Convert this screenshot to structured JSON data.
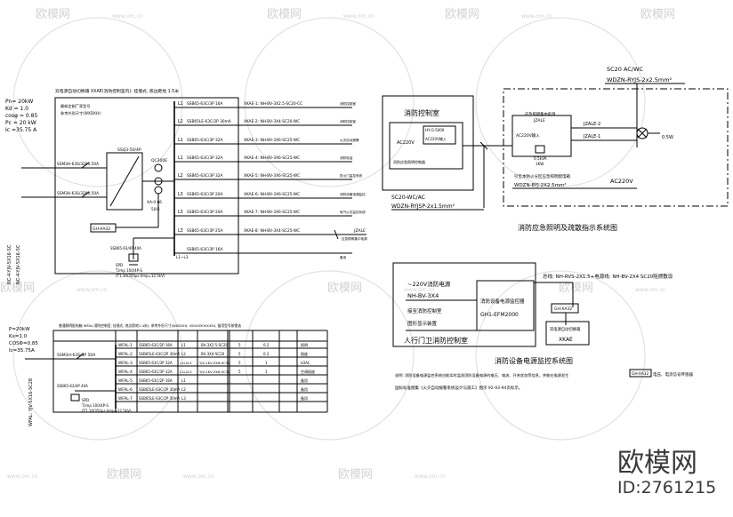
{
  "watermark": {
    "brand": "欧模网",
    "url": "www.om.cn",
    "id_label": "ID:2761215"
  },
  "panel_a": {
    "params": [
      "Pn= 20kW",
      "Kd = 1.0",
      "cosφ = 0.85",
      "Pc = 20 kW",
      "Ic =35.75 A"
    ],
    "title": "双电源自动切换箱 XXAE(消防控制室内); 挂墙式, 底边距地 1.5米",
    "note_1": "最新定制厂家型号",
    "note_2": "参考外形尺寸(WXDXH):",
    "incoming_1": "NC-4-YJV-5X16-SC",
    "incoming_2": "NC-4-YJV-5X16-SC",
    "main_breaker_1": "SSM3H-63S/3200,50A",
    "main_breaker_2": "SSM3H-63S/3200,50A",
    "ats": "SSQ3-50/4P",
    "ammeter": "QC300E",
    "relay_1": "XA-0.66",
    "relay_2": "50/5",
    "controller": "GH-XA32",
    "spd_1": "SSB65-63/4P 40A",
    "spd_2": "SPD",
    "spd_3": "T.Imp 100/4P-S",
    "spd_4": "(T1,10/350μs Iimp=12.5kV)",
    "circuits": [
      {
        "no": "L1",
        "breaker": "SSB65-63C/3P 16A",
        "cable": "XKAE-1: NH-BV-3X2.5-SC20-CC",
        "load": "消防控制室"
      },
      {
        "no": "L2",
        "breaker": "SSB65LE-63C/2P 30mA",
        "cable": "XKAE-2: NH-BV-3X4-SC20-WC",
        "load": "消防控制室"
      },
      {
        "no": "L1",
        "breaker": "SSB65-63C/3P 32A",
        "cable": "XKAE-3: NH-BV-3X6-SC25-WC",
        "load": "火灾自动报警"
      },
      {
        "no": "L1",
        "breaker": "SSB65-63C/3P 32A",
        "cable": "XKAE-4: NH-BV-3X6-SC25-WC",
        "load": "消防电话"
      },
      {
        "no": "L2",
        "breaker": "SSB65-63C/3P 32A",
        "cable": "XKAE-5: NH-BV-3X6-SC25-WC",
        "load": "防火门监控系统"
      },
      {
        "no": "L3",
        "breaker": "SSB65-63C/3P 20A",
        "cable": "XKAE-6: NH-BV-3X6-SC25-WC",
        "load": "消防设备电源监控"
      },
      {
        "no": "L3",
        "breaker": "SSB65-63C/3P 20A",
        "cable": "XKAE-7: NH-BV-3X6-SC25-WC",
        "load": "电气火灾监控系统"
      },
      {
        "no": "L3",
        "breaker": "SSB65-63C/3P 25A",
        "cable": "XKAE-8: NH-BV-3X4-SC25-WC",
        "load": "应急照明集中电源"
      }
    ],
    "spare_breaker": "SSB65-63C/3P 16A",
    "spare_no": "L1~L3",
    "spare_load": "备用",
    "jzale": "JZALE"
  },
  "panel_b": {
    "params": [
      "P=20kW",
      "Kx=1.0",
      "COSΦ=0.85",
      "Ic=35.75A"
    ],
    "header": "普通照明配电箱 WFAL(消防控制室, 挂墙式, 底边距地1.4米); 参考外形尺寸(WXDXH): 450X0500X450, 留用型号按需选",
    "incoming": "WFAL: YJV-5X16-SC28",
    "main_breaker": "SSM3H-63S/3P 50A",
    "spd_1": "SSB65-63/4P 40A",
    "spd_2": "SPD",
    "spd_3": "T.Imp 100/4P-S",
    "spd_4": "(T1,10/350μs Iimp=12.5kV)",
    "rows": [
      {
        "circuit": "WFAL-1",
        "breaker": "SSB65-63C/2P 16A",
        "phase": "L1",
        "cable": "BV-3X2.5-SC20",
        "kw": "5",
        "amp": "0.2",
        "load": "照明"
      },
      {
        "circuit": "WFAL-2",
        "breaker": "SSB65LE-63C/2P 30mA",
        "phase": "L2",
        "cable": "BV-3X4-SC20",
        "kw": "5",
        "amp": "0.2",
        "load": "插座"
      },
      {
        "circuit": "WFAL-3",
        "breaker": "SSB65-63C/3P 32A",
        "phase": "L1L2L3",
        "cable": "YJV-1KV-5X6-SC32",
        "kw": "5",
        "amp": "1",
        "load": "LOAL"
      },
      {
        "circuit": "WFAL-4",
        "breaker": "SSB65-63C/3P 32A",
        "phase": "L1L2L3",
        "cable": "YJV-1KV-5X6-SC32",
        "kw": "5",
        "amp": "1",
        "load": "空调插座"
      },
      {
        "circuit": "WFAL-5",
        "breaker": "SSB65-63C/2P 16A",
        "phase": "L1",
        "cable": "",
        "kw": "",
        "amp": "",
        "load": "备用"
      },
      {
        "circuit": "WFAL-6",
        "breaker": "SSB65LE-63C/2P 30mA",
        "phase": "L2",
        "cable": "",
        "kw": "",
        "amp": "",
        "load": "备用"
      },
      {
        "circuit": "WFAL-7",
        "breaker": "SSB65LE-63C/2P 30mA",
        "phase": "L3",
        "cable": "",
        "kw": "",
        "amp": "",
        "load": "备用"
      }
    ]
  },
  "panel_c": {
    "room_label": "消防控制室",
    "device_1": "HY-G-5000",
    "device_2": "AC220V",
    "device_3": "AC220V输入",
    "device_4": "消防应急照明控制器",
    "cable_1": "SC20-WC/AC",
    "cable_2": "WDZN-RYJSP-2x1.5mm²",
    "cable_3": "SC20 AC/WC",
    "cable_4": "WDZN-RYJS-2x2.5mm²",
    "supply": "AC220V",
    "supply_cable_1": "引至本防火分区应急照明配电箱",
    "supply_cable_2": "WDZN-BYJ-2X2.5mm²",
    "zone_label": "应急照明集中电源",
    "sub_1": "AC220V输入",
    "sub_2": "JZALE",
    "branch_1": "JZALE-2",
    "branch_2": "JZALE-1",
    "unit": "0.5kVA",
    "unit_2": "1KW",
    "lamp": "0.5W",
    "title": "消防应急照明及疏散指示系统图"
  },
  "panel_d": {
    "supply_1": "~220V消防电源",
    "supply_2": "NH-BV-3X4",
    "supply_3": "接至消防控制室",
    "supply_4": "图形显示装置",
    "room": "人行门卫消防控制室",
    "monitor_title": "消防设备电源监控器",
    "monitor_model": "GH1-EFM2000",
    "bus_cable": "总线: NH-RVS-2X1.5+电源线: NH-BV-2X4   SC20阻燃敷设",
    "module": "GH-XA32",
    "box_1": "双电源自动切换箱",
    "box_2": "XKAE",
    "title": "消防设备电源监控系统图",
    "legend_code": "GH-XA32",
    "legend_text": "电压、电流信号传感器",
    "note_1": "说明: 消防设备电源监控系统应能实时监测消防设备电源的电压、电流、开关状态等信息，并能在电源发生",
    "note_2": "国标标准图集《火灾自动报警系统设计与施工》图示 92-93-94页标示。"
  }
}
